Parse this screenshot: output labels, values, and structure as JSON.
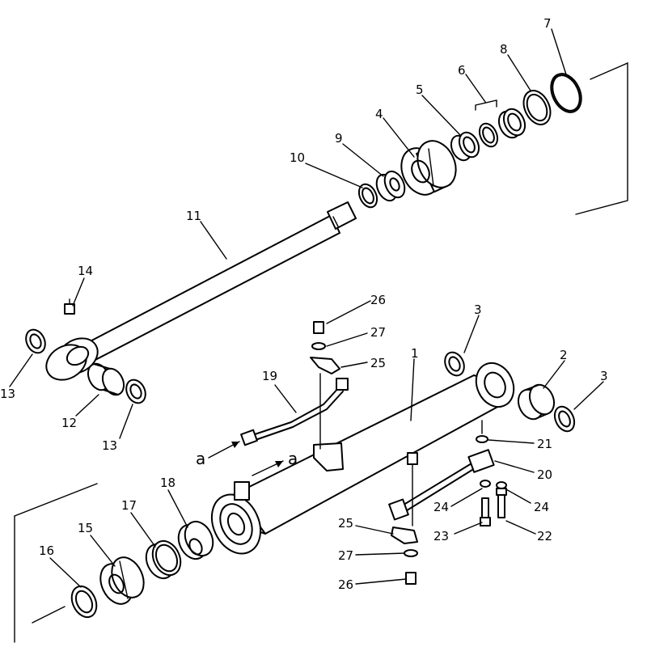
{
  "labels": {
    "p1": "1",
    "p2": "2",
    "p3a": "3",
    "p3b": "3",
    "p4": "4",
    "p5": "5",
    "p6": "6",
    "p7": "7",
    "p8": "8",
    "p9": "9",
    "p10": "10",
    "p11": "11",
    "p12": "12",
    "p13a": "13",
    "p13b": "13",
    "p14": "14",
    "p15": "15",
    "p16": "16",
    "p17": "17",
    "p18": "18",
    "p19": "19",
    "p20": "20",
    "p21": "21",
    "p22": "22",
    "p23": "23",
    "p24a": "24",
    "p24b": "24",
    "p25a": "25",
    "p25b": "25",
    "p26a": "26",
    "p26b": "26",
    "p27a": "27",
    "p27b": "27",
    "ref_a1": "a",
    "ref_a2": "a"
  }
}
